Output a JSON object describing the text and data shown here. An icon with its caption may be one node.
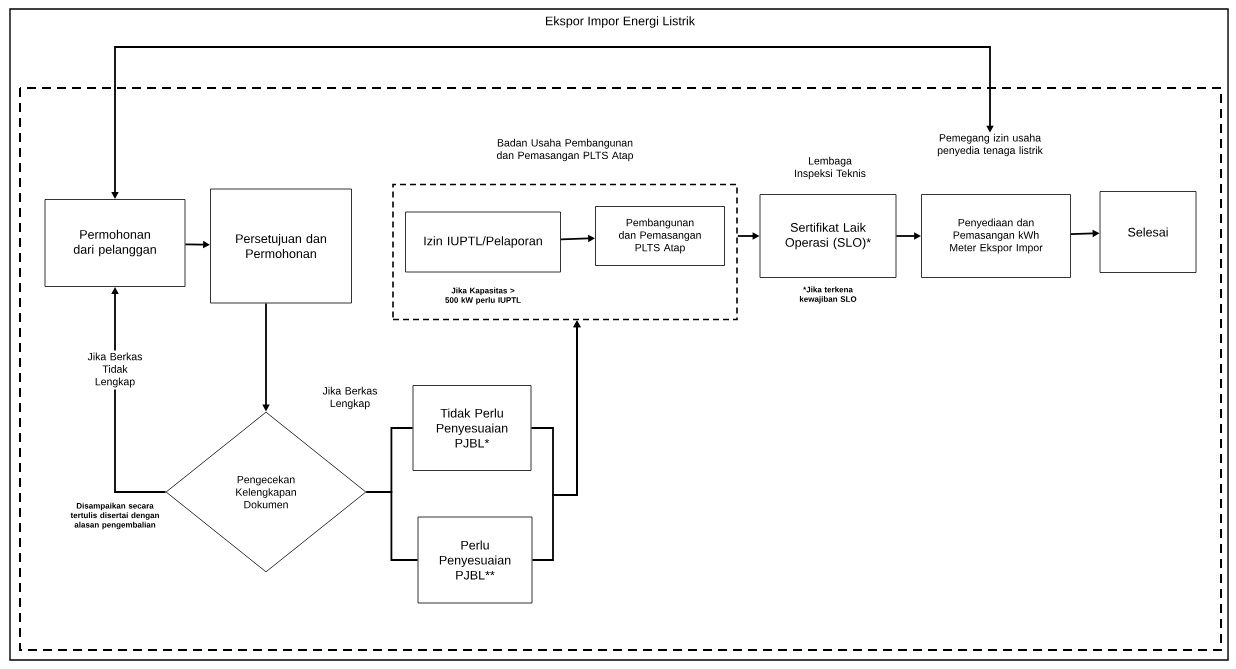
{
  "diagram": {
    "title": "Ekspor Impor Energi Listrik",
    "nodes": [
      {
        "text": [
          "Permohonan dari pelanggan"
        ]
      },
      {
        "text": [
          "Persetujuan dan Permohonan"
        ]
      },
      {
        "text": [
          "Badan Usaha Pembangunan dan Pemasangan PLTS Atap"
        ]
      },
      {
        "text": [
          "Izin IUPTL/Pelaporan"
        ],
        "in": 2,
        "beside": [
          "Jika Kapasitas > 500 kW perlu IUPTL"
        ]
      },
      {
        "text": [
          "Pembangunan dan Pemasangan PLTS Atap"
        ],
        "in": 2
      },
      {
        "text": [
          "Lembaga Inspeksi Teknis",
          "Sertifikat Laik Operasi (SLO)*"
        ],
        "beside": [
          "*Jika terkena kewajiban SLO"
        ]
      },
      {
        "text": [
          "Pemegang izin usaha penyedia tenaga listrik",
          "Penyediaan dan Pemasangan kWh Meter Ekspor Impor"
        ]
      },
      {
        "text": [
          "Selesai"
        ]
      },
      {
        "text": [
          "Pengecekan Kelengkapan Dokumen"
        ]
      },
      {
        "text": [
          "Tidak Perlu Penyesuaian PJBL*"
        ]
      },
      {
        "text": [
          "Perlu Penyesuaian PJBL**"
        ]
      }
    ],
    "edges": [
      {
        "from": 0,
        "to": 1,
        "arrow": "to"
      },
      {
        "from": 1,
        "to": 8,
        "arrow": "to"
      },
      {
        "from": 8,
        "to": 0,
        "arrow": "to",
        "label": "Jika Berkas Tidak Lengkap"
      },
      {
        "from": 8,
        "to": 9,
        "arrow": "none"
      },
      {
        "from": 8,
        "to": 10,
        "arrow": "none"
      },
      {
        "from": 9,
        "to": 2,
        "arrow": "to"
      },
      {
        "from": 10,
        "to": 2,
        "arrow": "to"
      },
      {
        "from": 3,
        "to": 4,
        "arrow": "to"
      },
      {
        "from": 2,
        "to": 5,
        "arrow": "to"
      },
      {
        "from": 5,
        "to": 6,
        "arrow": "to"
      },
      {
        "from": 6,
        "to": 7,
        "arrow": "to"
      },
      {
        "from": 0,
        "to": 6,
        "arrow": "both"
      }
    ],
    "labels": [
      "Jika Berkas Lengkap",
      "Disampaikan secara tertulis disertai dengan alasan pengembalian"
    ]
  }
}
